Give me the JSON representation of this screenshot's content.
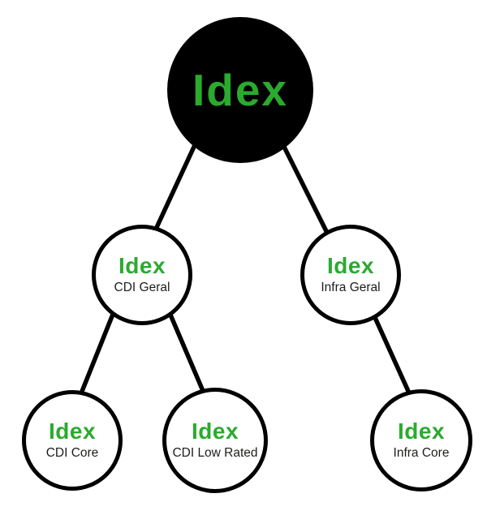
{
  "colors": {
    "background": "#ffffff",
    "brand_green": "#2AAB2E",
    "root_fill": "#000000",
    "node_fill": "#ffffff",
    "node_border": "#000000",
    "edge": "#000000",
    "subtitle_text": "#1d1d1b"
  },
  "tree": {
    "root": {
      "id": "root",
      "label": "Idex"
    },
    "nodes": [
      {
        "id": "cdi-geral",
        "brand": "Idex",
        "label": "CDI Geral"
      },
      {
        "id": "infra-geral",
        "brand": "Idex",
        "label": "Infra Geral"
      },
      {
        "id": "cdi-core",
        "brand": "Idex",
        "label": "CDI Core"
      },
      {
        "id": "cdi-low-rated",
        "brand": "Idex",
        "label": "CDI Low Rated"
      },
      {
        "id": "infra-core",
        "brand": "Idex",
        "label": "Infra Core"
      }
    ],
    "edges": [
      {
        "from": "root",
        "to": "cdi-geral"
      },
      {
        "from": "root",
        "to": "infra-geral"
      },
      {
        "from": "cdi-geral",
        "to": "cdi-core"
      },
      {
        "from": "cdi-geral",
        "to": "cdi-low-rated"
      },
      {
        "from": "infra-geral",
        "to": "infra-core"
      }
    ]
  }
}
